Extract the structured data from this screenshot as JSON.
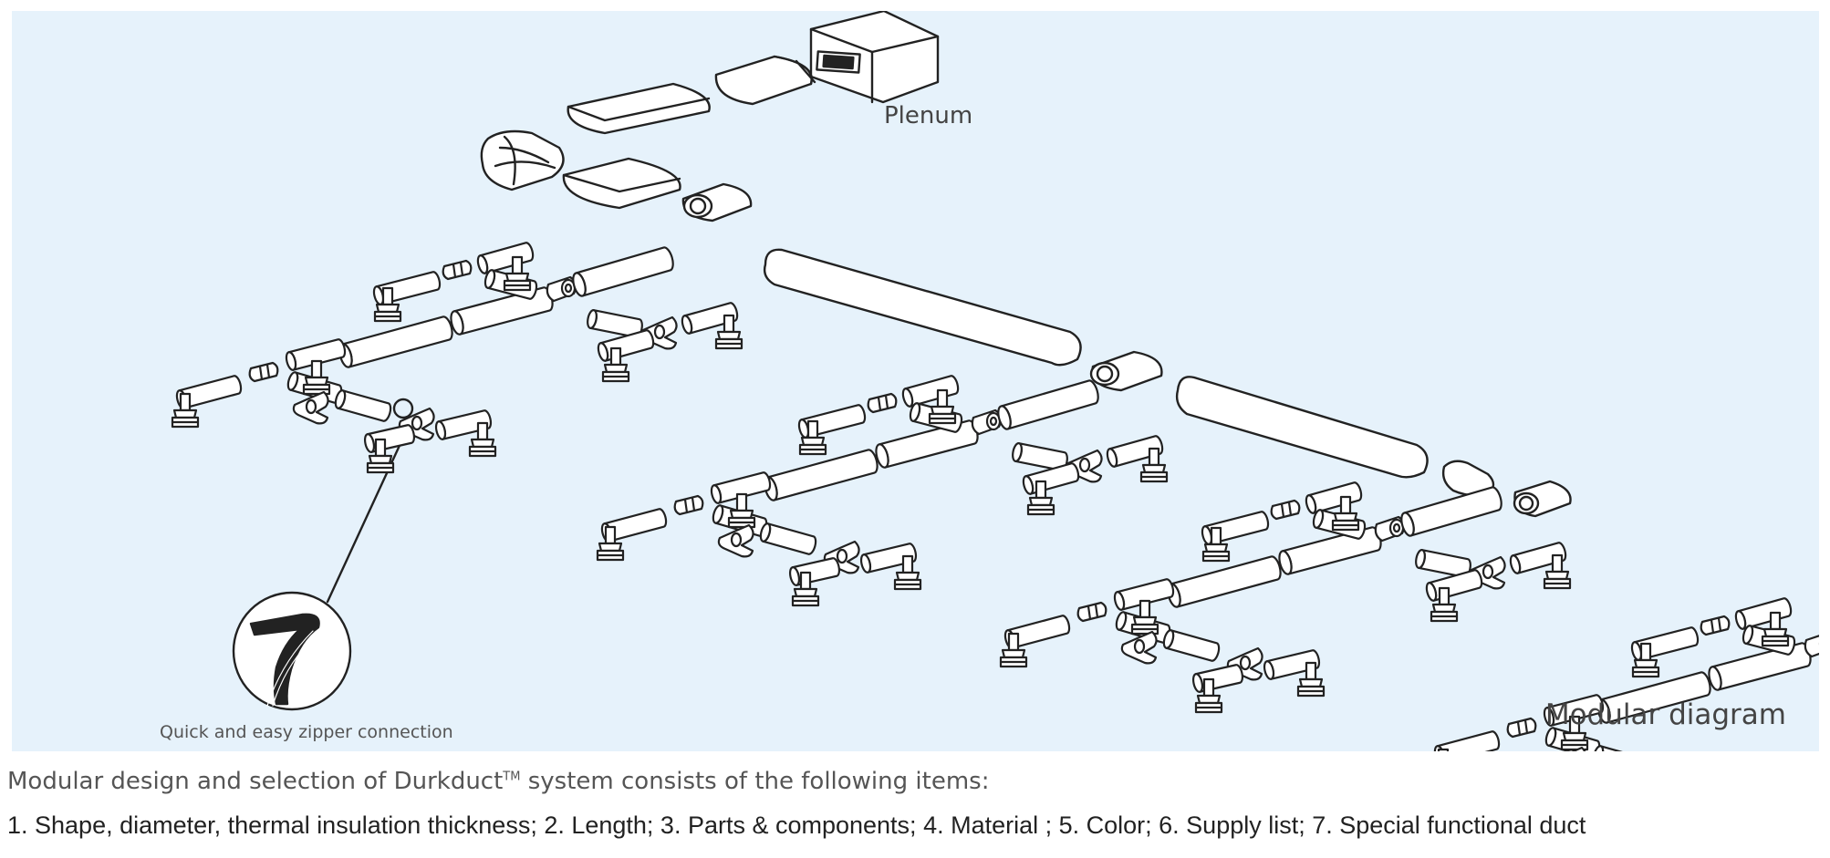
{
  "diagram": {
    "plenum_label": "Plenum",
    "modular_label": "Modular diagram",
    "zipper_callout_label": "Quick and easy zipper connection"
  },
  "caption": {
    "line1_prefix": "Modular design and selection of Durkduct",
    "line1_trademark": "TM",
    "line1_suffix": " system consists of the following items:",
    "line2": "1. Shape, diameter, thermal insulation thickness; 2. Length; 3. Parts & components; 4. Material ; 5. Color; 6. Supply list; 7. Special functional duct"
  },
  "colors": {
    "panel_background": "#e6f2fb",
    "line": "#222222",
    "fill": "#ffffff"
  }
}
